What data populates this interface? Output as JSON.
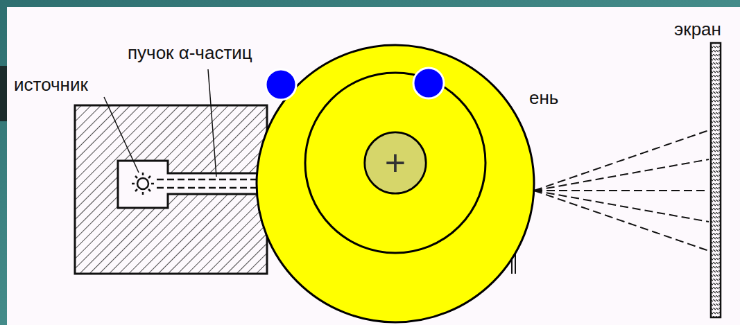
{
  "diagram": {
    "nodes": [
      {
        "text": [
          "+"
        ]
      }
    ],
    "labels": [
      "источник",
      "пучок α-частиц",
      "ень",
      "экран"
    ]
  }
}
